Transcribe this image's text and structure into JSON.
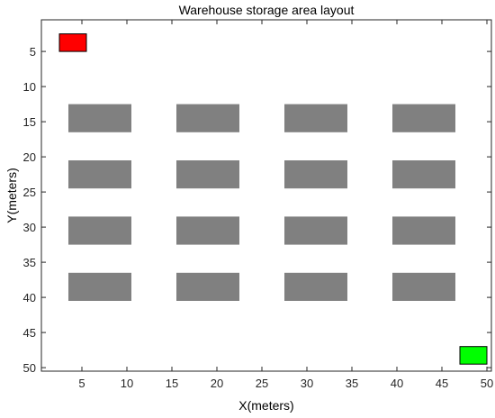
{
  "chart_data": {
    "type": "scatter",
    "title": "Warehouse storage area layout",
    "xlabel": "X(meters)",
    "ylabel": "Y(meters)",
    "xlim": [
      0.5,
      50.5
    ],
    "ylim": [
      0.5,
      50.5
    ],
    "y_reversed": true,
    "grid": false,
    "x_ticks": [
      5,
      10,
      15,
      20,
      25,
      30,
      35,
      40,
      45,
      50
    ],
    "y_ticks": [
      5,
      10,
      15,
      20,
      25,
      30,
      35,
      40,
      45,
      50
    ],
    "storage_blocks": {
      "color": "#808080",
      "x_ranges": [
        [
          3.5,
          10.5
        ],
        [
          15.5,
          22.5
        ],
        [
          27.5,
          34.5
        ],
        [
          39.5,
          46.5
        ]
      ],
      "y_ranges": [
        [
          12.5,
          16.5
        ],
        [
          20.5,
          24.5
        ],
        [
          28.5,
          32.5
        ],
        [
          36.5,
          40.5
        ]
      ]
    },
    "markers": [
      {
        "color": "#ff0000",
        "x_range": [
          2.5,
          5.5
        ],
        "y_range": [
          2.5,
          5.0
        ]
      },
      {
        "color": "#00ff00",
        "x_range": [
          47.0,
          50.0
        ],
        "y_range": [
          47.0,
          49.5
        ]
      }
    ]
  }
}
